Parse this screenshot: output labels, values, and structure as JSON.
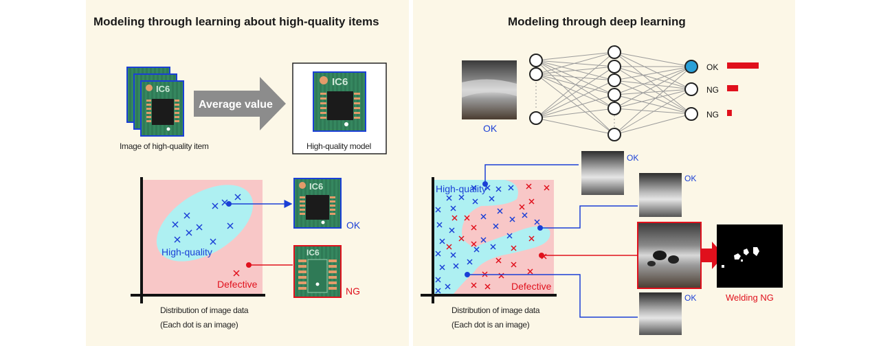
{
  "left": {
    "title": "Modeling through learning about high-quality items",
    "arrow_label": "Average value",
    "image_caption": "Image of high-quality item",
    "model_caption": "High-quality model",
    "chip_text": "IC6",
    "region_high_quality": "High-quality",
    "region_defective": "Defective",
    "result_ok": "OK",
    "result_ng": "NG",
    "distribution_caption_line1": "Distribution of image data",
    "distribution_caption_line2": "(Each dot is an image)"
  },
  "right": {
    "title": "Modeling through deep learning",
    "input_label": "OK",
    "outputs": [
      {
        "label": "OK",
        "score": 1.0
      },
      {
        "label": "NG",
        "score": 0.35
      },
      {
        "label": "NG",
        "score": 0.15
      }
    ],
    "region_high_quality": "High-quality",
    "region_defective": "Defective",
    "sample_labels": [
      "OK",
      "OK",
      "OK"
    ],
    "welding_ng_label": "Welding NG",
    "distribution_caption_line1": "Distribution of image data",
    "distribution_caption_line2": "(Each dot is an image)"
  },
  "colors": {
    "ok_blue": "#1a3fd6",
    "ng_red": "#e0101c",
    "high_quality_region": "#aef0f2",
    "defective_region": "#f8c7c7",
    "panel_background": "#fcf7e7",
    "output_node_active": "#2aa0d8"
  }
}
